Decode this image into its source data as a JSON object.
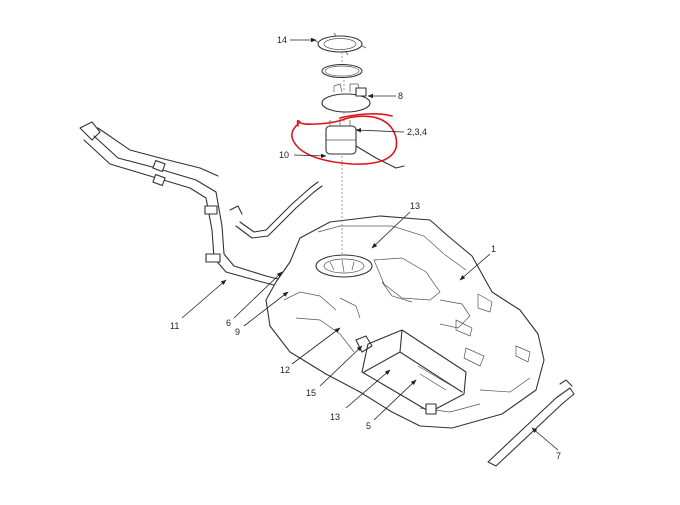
{
  "callouts": [
    {
      "id": "c14",
      "label": "14"
    },
    {
      "id": "c8",
      "label": "8"
    },
    {
      "id": "c234",
      "label": "2,3,4"
    },
    {
      "id": "c10",
      "label": "10"
    },
    {
      "id": "c13a",
      "label": "13"
    },
    {
      "id": "c1",
      "label": "1"
    },
    {
      "id": "c11",
      "label": "11"
    },
    {
      "id": "c6",
      "label": "6"
    },
    {
      "id": "c9",
      "label": "9"
    },
    {
      "id": "c12",
      "label": "12"
    },
    {
      "id": "c15",
      "label": "15"
    },
    {
      "id": "c13b",
      "label": "13"
    },
    {
      "id": "c5",
      "label": "5"
    },
    {
      "id": "c7",
      "label": "7"
    }
  ],
  "colors": {
    "line_art": "#333333",
    "markup": "#e0141e",
    "background": "#ffffff"
  }
}
